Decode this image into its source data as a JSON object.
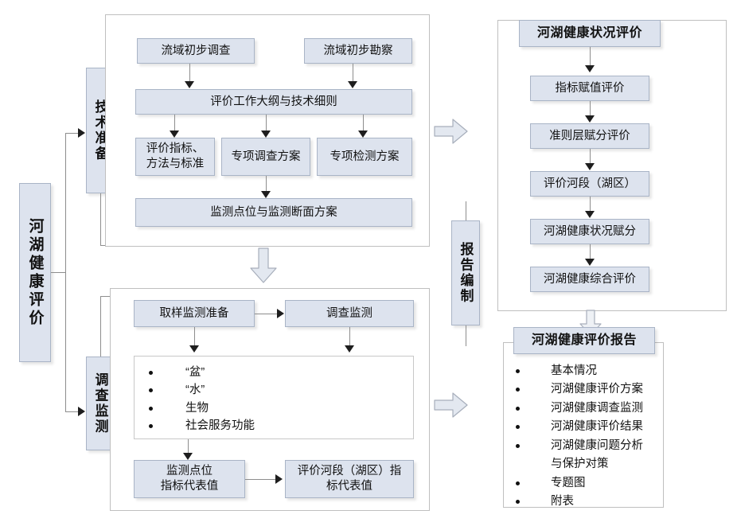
{
  "root_label": "河湖健康评价",
  "stage_labels": {
    "tech_prep": "技术准备",
    "survey_monitor": "调查监测",
    "report_compile": "报告编制"
  },
  "tech_prep_panel": {
    "nodes": {
      "n1": "流域初步调查",
      "n2": "流域初步勘察",
      "n3": "评价工作大纲与技术细则",
      "n4": "评价指标、\n方法与标准",
      "n5": "专项调查方案",
      "n6": "专项检测方案",
      "n7": "监测点位与监测断面方案"
    }
  },
  "survey_panel": {
    "nodes": {
      "n1": "取样监测准备",
      "n2": "调查监测",
      "n4": "监测点位\n指标代表值",
      "n5": "评价河段（湖区）指\n标代表值"
    },
    "content_list": [
      "“盆”",
      "“水”",
      "生物",
      "社会服务功能"
    ]
  },
  "assessment_panel": {
    "header": "河湖健康状况评价",
    "nodes": {
      "n1": "指标赋值评价",
      "n2": "准则层赋分评价",
      "n3": "评价河段（湖区）",
      "n4": "河湖健康状况赋分",
      "n5": "河湖健康综合评价"
    }
  },
  "report_panel": {
    "header": "河湖健康评价报告",
    "items": [
      {
        "text": "基本情况",
        "bullet": true
      },
      {
        "text": "河湖健康评价方案",
        "bullet": true
      },
      {
        "text": "河湖健康调查监测",
        "bullet": true
      },
      {
        "text": "河湖健康评价结果",
        "bullet": true
      },
      {
        "text": "河湖健康问题分析",
        "bullet": true
      },
      {
        "text": "与保护对策",
        "bullet": false
      },
      {
        "text": "专题图",
        "bullet": true
      },
      {
        "text": "附表",
        "bullet": true
      }
    ]
  },
  "colors": {
    "node_fill": "#dde3ee",
    "node_border": "#a9b4c6",
    "panel_border": "#bfbfbf",
    "connector": "#8d8d8d",
    "arrow": "#1e1e1e",
    "block_arrow_fill": "#dfe4ee",
    "block_arrow_border": "#9aa3b2"
  },
  "icons": {
    "block_arrow_right": "block-arrow-right-icon",
    "block_arrow_down": "block-arrow-down-icon",
    "arrow_head_down": "arrowhead-down-icon",
    "arrow_head_right": "arrowhead-right-icon"
  }
}
